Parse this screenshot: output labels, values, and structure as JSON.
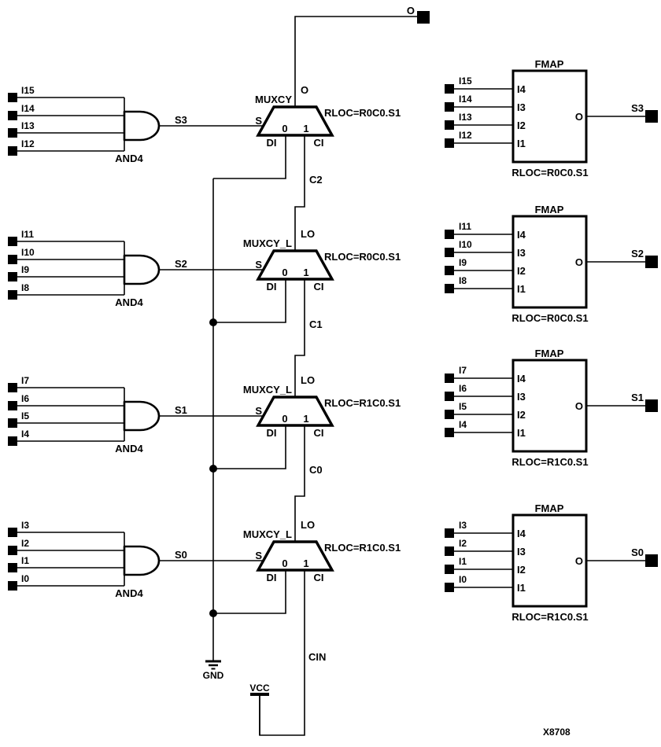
{
  "figure_id": "X8708",
  "top_output": {
    "label": "O"
  },
  "power": {
    "gnd": "GND",
    "vcc": "VCC"
  },
  "rows": [
    {
      "inputs": [
        "I15",
        "I14",
        "I13",
        "I12"
      ],
      "gate_label": "AND4",
      "sum_label": "S3",
      "carry": "C2",
      "mux": {
        "name": "MUXCY",
        "out_label": "O",
        "s_label": "S",
        "sel0": "0",
        "sel1": "1",
        "di_label": "DI",
        "ci_label": "CI",
        "rloc": "RLOC=R0C0.S1"
      },
      "fmap": {
        "title": "FMAP",
        "inputs": [
          "I15",
          "I14",
          "I13",
          "I12"
        ],
        "pins": [
          "I4",
          "I3",
          "I2",
          "I1"
        ],
        "out_pin": "O",
        "result": "S3",
        "rloc": "RLOC=R0C0.S1"
      }
    },
    {
      "inputs": [
        "I11",
        "I10",
        "I9",
        "I8"
      ],
      "gate_label": "AND4",
      "sum_label": "S2",
      "carry": "C1",
      "mux": {
        "name": "MUXCY_L",
        "out_label": "LO",
        "s_label": "S",
        "sel0": "0",
        "sel1": "1",
        "di_label": "DI",
        "ci_label": "CI",
        "rloc": "RLOC=R0C0.S1"
      },
      "fmap": {
        "title": "FMAP",
        "inputs": [
          "I11",
          "I10",
          "I9",
          "I8"
        ],
        "pins": [
          "I4",
          "I3",
          "I2",
          "I1"
        ],
        "out_pin": "O",
        "result": "S2",
        "rloc": "RLOC=R0C0.S1"
      }
    },
    {
      "inputs": [
        "I7",
        "I6",
        "I5",
        "I4"
      ],
      "gate_label": "AND4",
      "sum_label": "S1",
      "carry": "C0",
      "mux": {
        "name": "MUXCY_L",
        "out_label": "LO",
        "s_label": "S",
        "sel0": "0",
        "sel1": "1",
        "di_label": "DI",
        "ci_label": "CI",
        "rloc": "RLOC=R1C0.S1"
      },
      "fmap": {
        "title": "FMAP",
        "inputs": [
          "I7",
          "I6",
          "I5",
          "I4"
        ],
        "pins": [
          "I4",
          "I3",
          "I2",
          "I1"
        ],
        "out_pin": "O",
        "result": "S1",
        "rloc": "RLOC=R1C0.S1"
      }
    },
    {
      "inputs": [
        "I3",
        "I2",
        "I1",
        "I0"
      ],
      "gate_label": "AND4",
      "sum_label": "S0",
      "carry": "CIN",
      "mux": {
        "name": "MUXCY_L",
        "out_label": "LO",
        "s_label": "S",
        "sel0": "0",
        "sel1": "1",
        "di_label": "DI",
        "ci_label": "CI",
        "rloc": "RLOC=R1C0.S1"
      },
      "fmap": {
        "title": "FMAP",
        "inputs": [
          "I3",
          "I2",
          "I1",
          "I0"
        ],
        "pins": [
          "I4",
          "I3",
          "I2",
          "I1"
        ],
        "out_pin": "O",
        "result": "S0",
        "rloc": "RLOC=R1C0.S1"
      }
    }
  ]
}
